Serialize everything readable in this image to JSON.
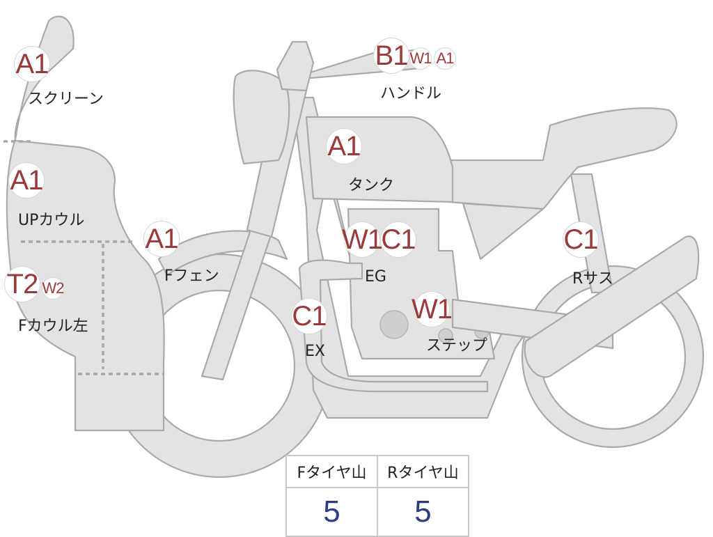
{
  "parts": [
    {
      "id": "screen",
      "label": "スクリーン",
      "codes": [
        "A1"
      ]
    },
    {
      "id": "up-cowl",
      "label": "UPカウル",
      "codes": [
        "A1"
      ]
    },
    {
      "id": "f-cowl-left",
      "label": "Fカウル左",
      "codes": [
        "T2",
        "W2"
      ]
    },
    {
      "id": "f-fender",
      "label": "Fフェン",
      "codes": [
        "A1"
      ]
    },
    {
      "id": "handle",
      "label": "ハンドル",
      "codes": [
        "B1",
        "W1",
        "A1"
      ]
    },
    {
      "id": "tank",
      "label": "タンク",
      "codes": [
        "A1"
      ]
    },
    {
      "id": "engine",
      "label": "EG",
      "codes": [
        "W1",
        "C1"
      ]
    },
    {
      "id": "exhaust",
      "label": "EX",
      "codes": [
        "C1"
      ]
    },
    {
      "id": "step",
      "label": "ステップ",
      "codes": [
        "W1"
      ]
    },
    {
      "id": "r-suspension",
      "label": "Rサス",
      "codes": [
        "C1"
      ]
    }
  ],
  "tyre_table": {
    "headers": [
      "Fタイヤ山",
      "Rタイヤ山"
    ],
    "values": [
      "5",
      "5"
    ]
  },
  "colors": {
    "body_fill": "#e3e3e1",
    "outline": "#a9a9a7",
    "code_text": "#9a3a3a",
    "value_text": "#2a3f82"
  }
}
